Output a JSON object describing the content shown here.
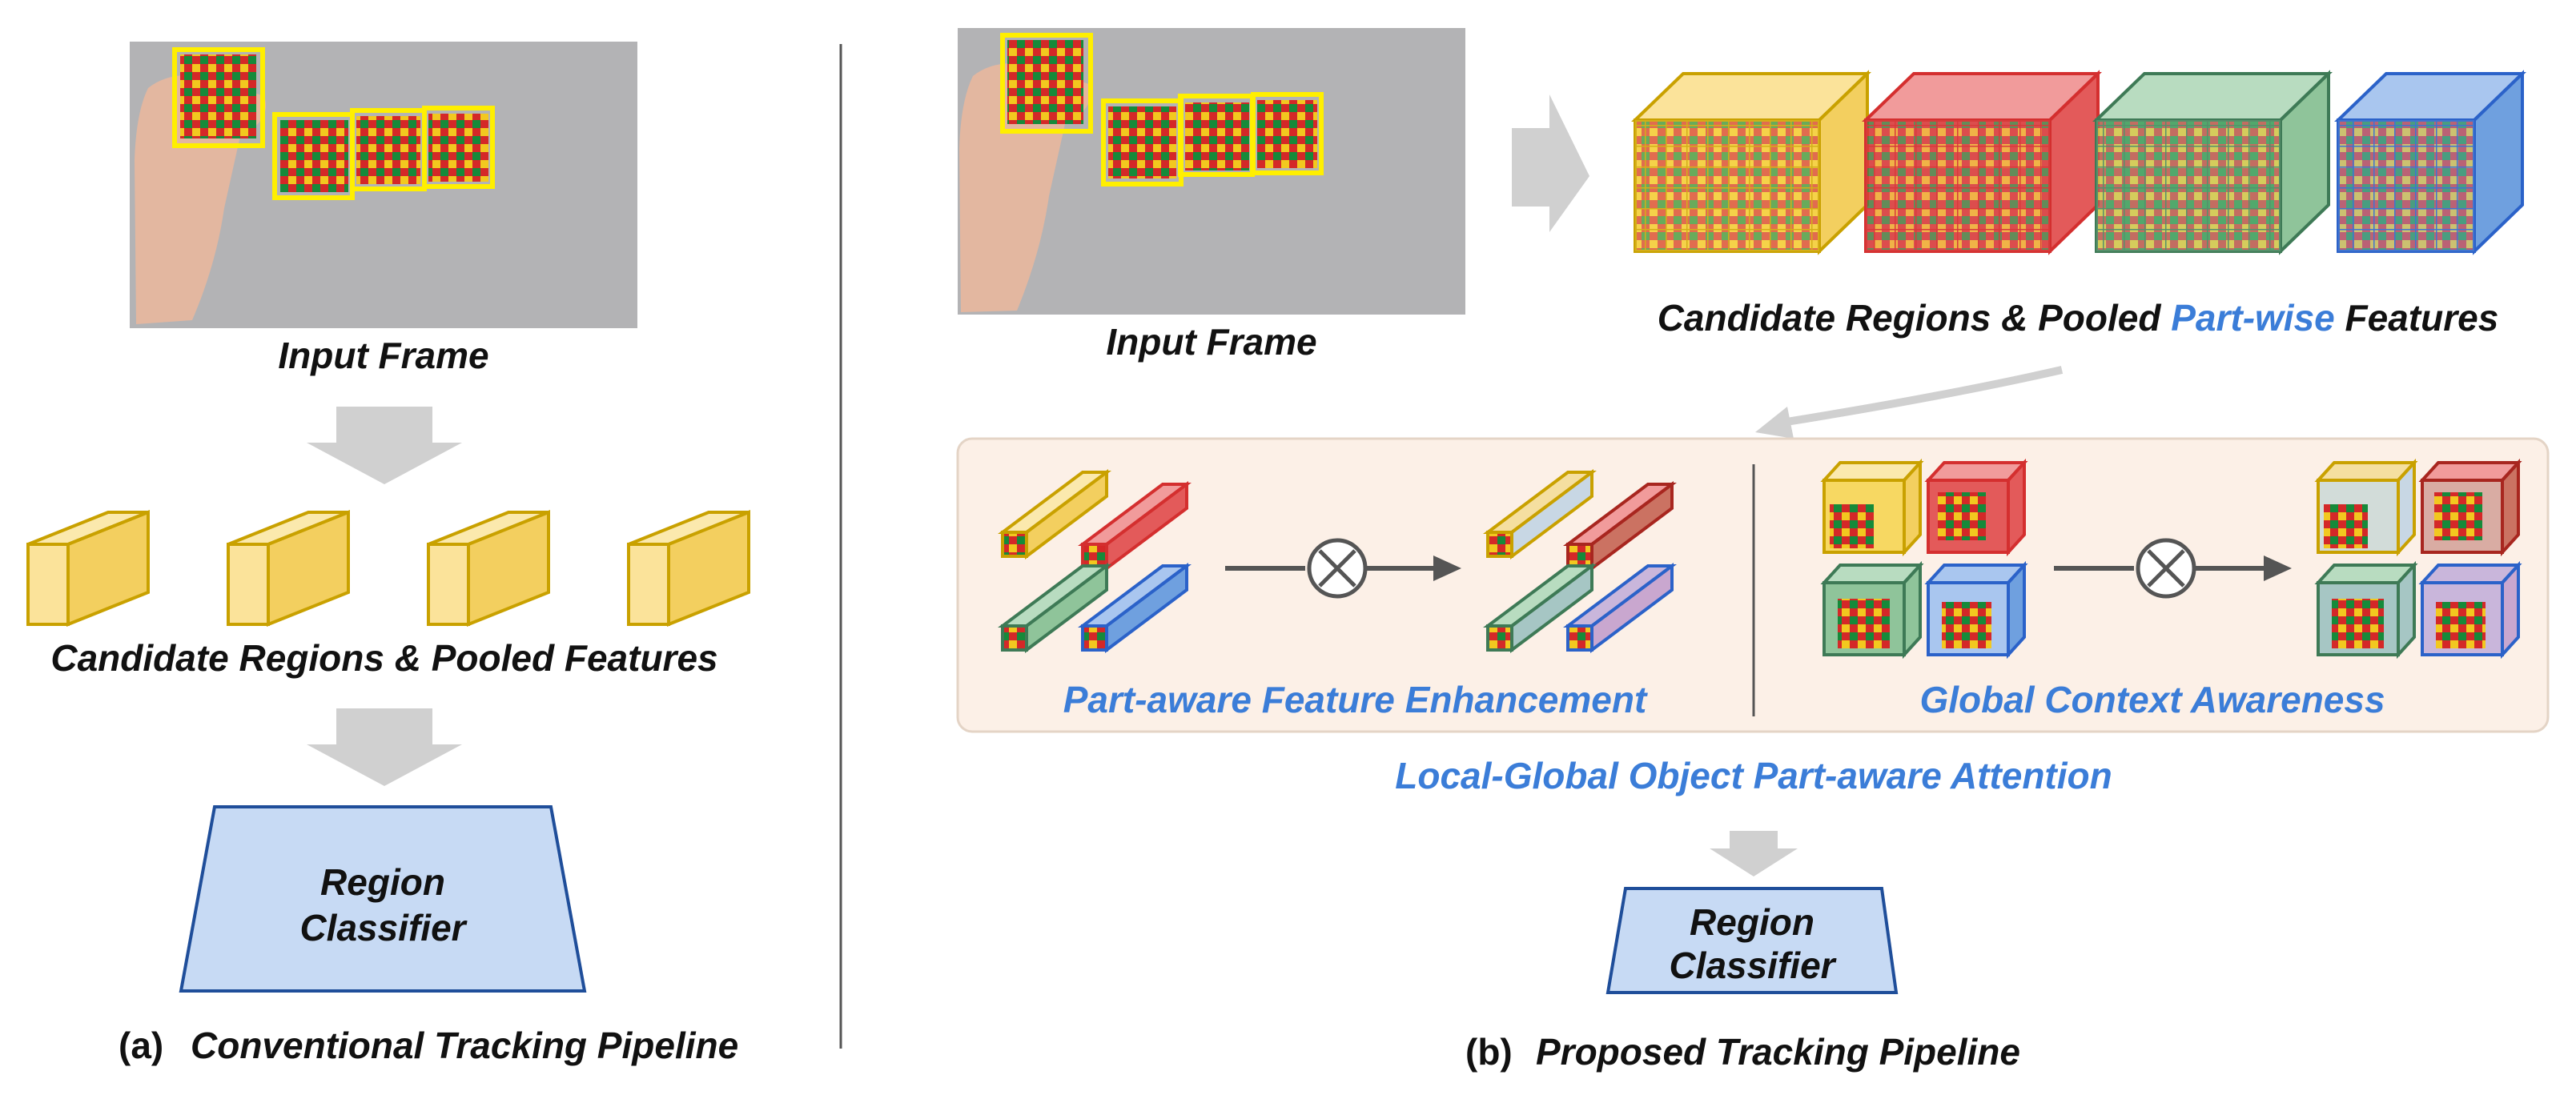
{
  "left": {
    "input_caption": "Input Frame",
    "features_caption": "Candidate Regions & Pooled Features",
    "classifier_line1": "Region",
    "classifier_line2": "Classifier",
    "panel_tag": "(a)",
    "panel_title": "Conventional Tracking Pipeline"
  },
  "right": {
    "input_caption": "Input Frame",
    "features_caption_a": "Candidate Regions & Pooled ",
    "features_caption_b": "Part-wise",
    "features_caption_c": " Features",
    "local_caption": "Part-aware Feature Enhancement",
    "global_caption": "Global Context Awareness",
    "attention_caption": "Local-Global Object Part-aware Attention",
    "classifier_line1": "Region",
    "classifier_line2": "Classifier",
    "panel_tag": "(b)",
    "panel_title": "Proposed Tracking Pipeline"
  },
  "colors": {
    "accent_blue": "#3b7dd8",
    "yellow": "#f7d862",
    "red": "#e35a5a",
    "green": "#8fc49a",
    "blue": "#6fa0df",
    "classifier_fill": "#c7daf4",
    "panel_fill": "#fcf0e7"
  },
  "icons": [
    "multiply-icon",
    "arrow-icon"
  ]
}
